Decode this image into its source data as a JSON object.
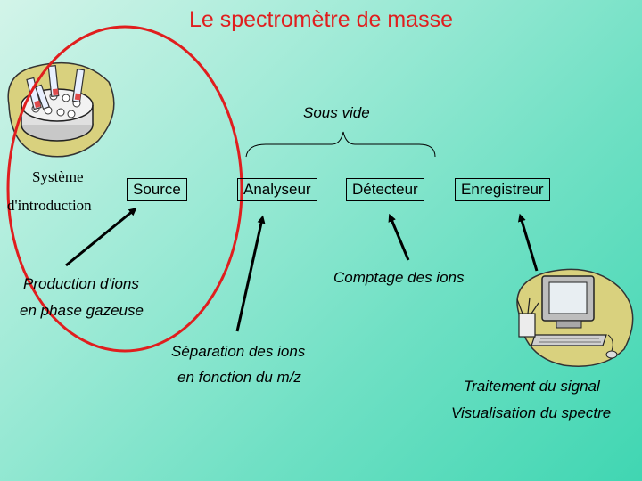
{
  "title": "Le spectromètre de masse",
  "vacuum_label": "Sous vide",
  "intro": {
    "line1": "Système",
    "line2": "d'introduction"
  },
  "boxes": {
    "source": "Source",
    "analyser": "Analyseur",
    "detector": "Détecteur",
    "recorder": "Enregistreur"
  },
  "notes": {
    "production": {
      "line1": "Production d'ions",
      "line2": "en phase gazeuse"
    },
    "separation": {
      "line1": "Séparation des ions",
      "line2": "en fonction du m/z"
    },
    "counting": "Comptage des ions",
    "processing": {
      "line1": "Traitement du signal",
      "line2": "Visualisation du spectre"
    }
  },
  "colors": {
    "title": "#e01e1e",
    "ellipse": "#e01e1e",
    "background": "#6fe0c4"
  },
  "icons": [
    "sample-tray-icon",
    "computer-icon"
  ]
}
